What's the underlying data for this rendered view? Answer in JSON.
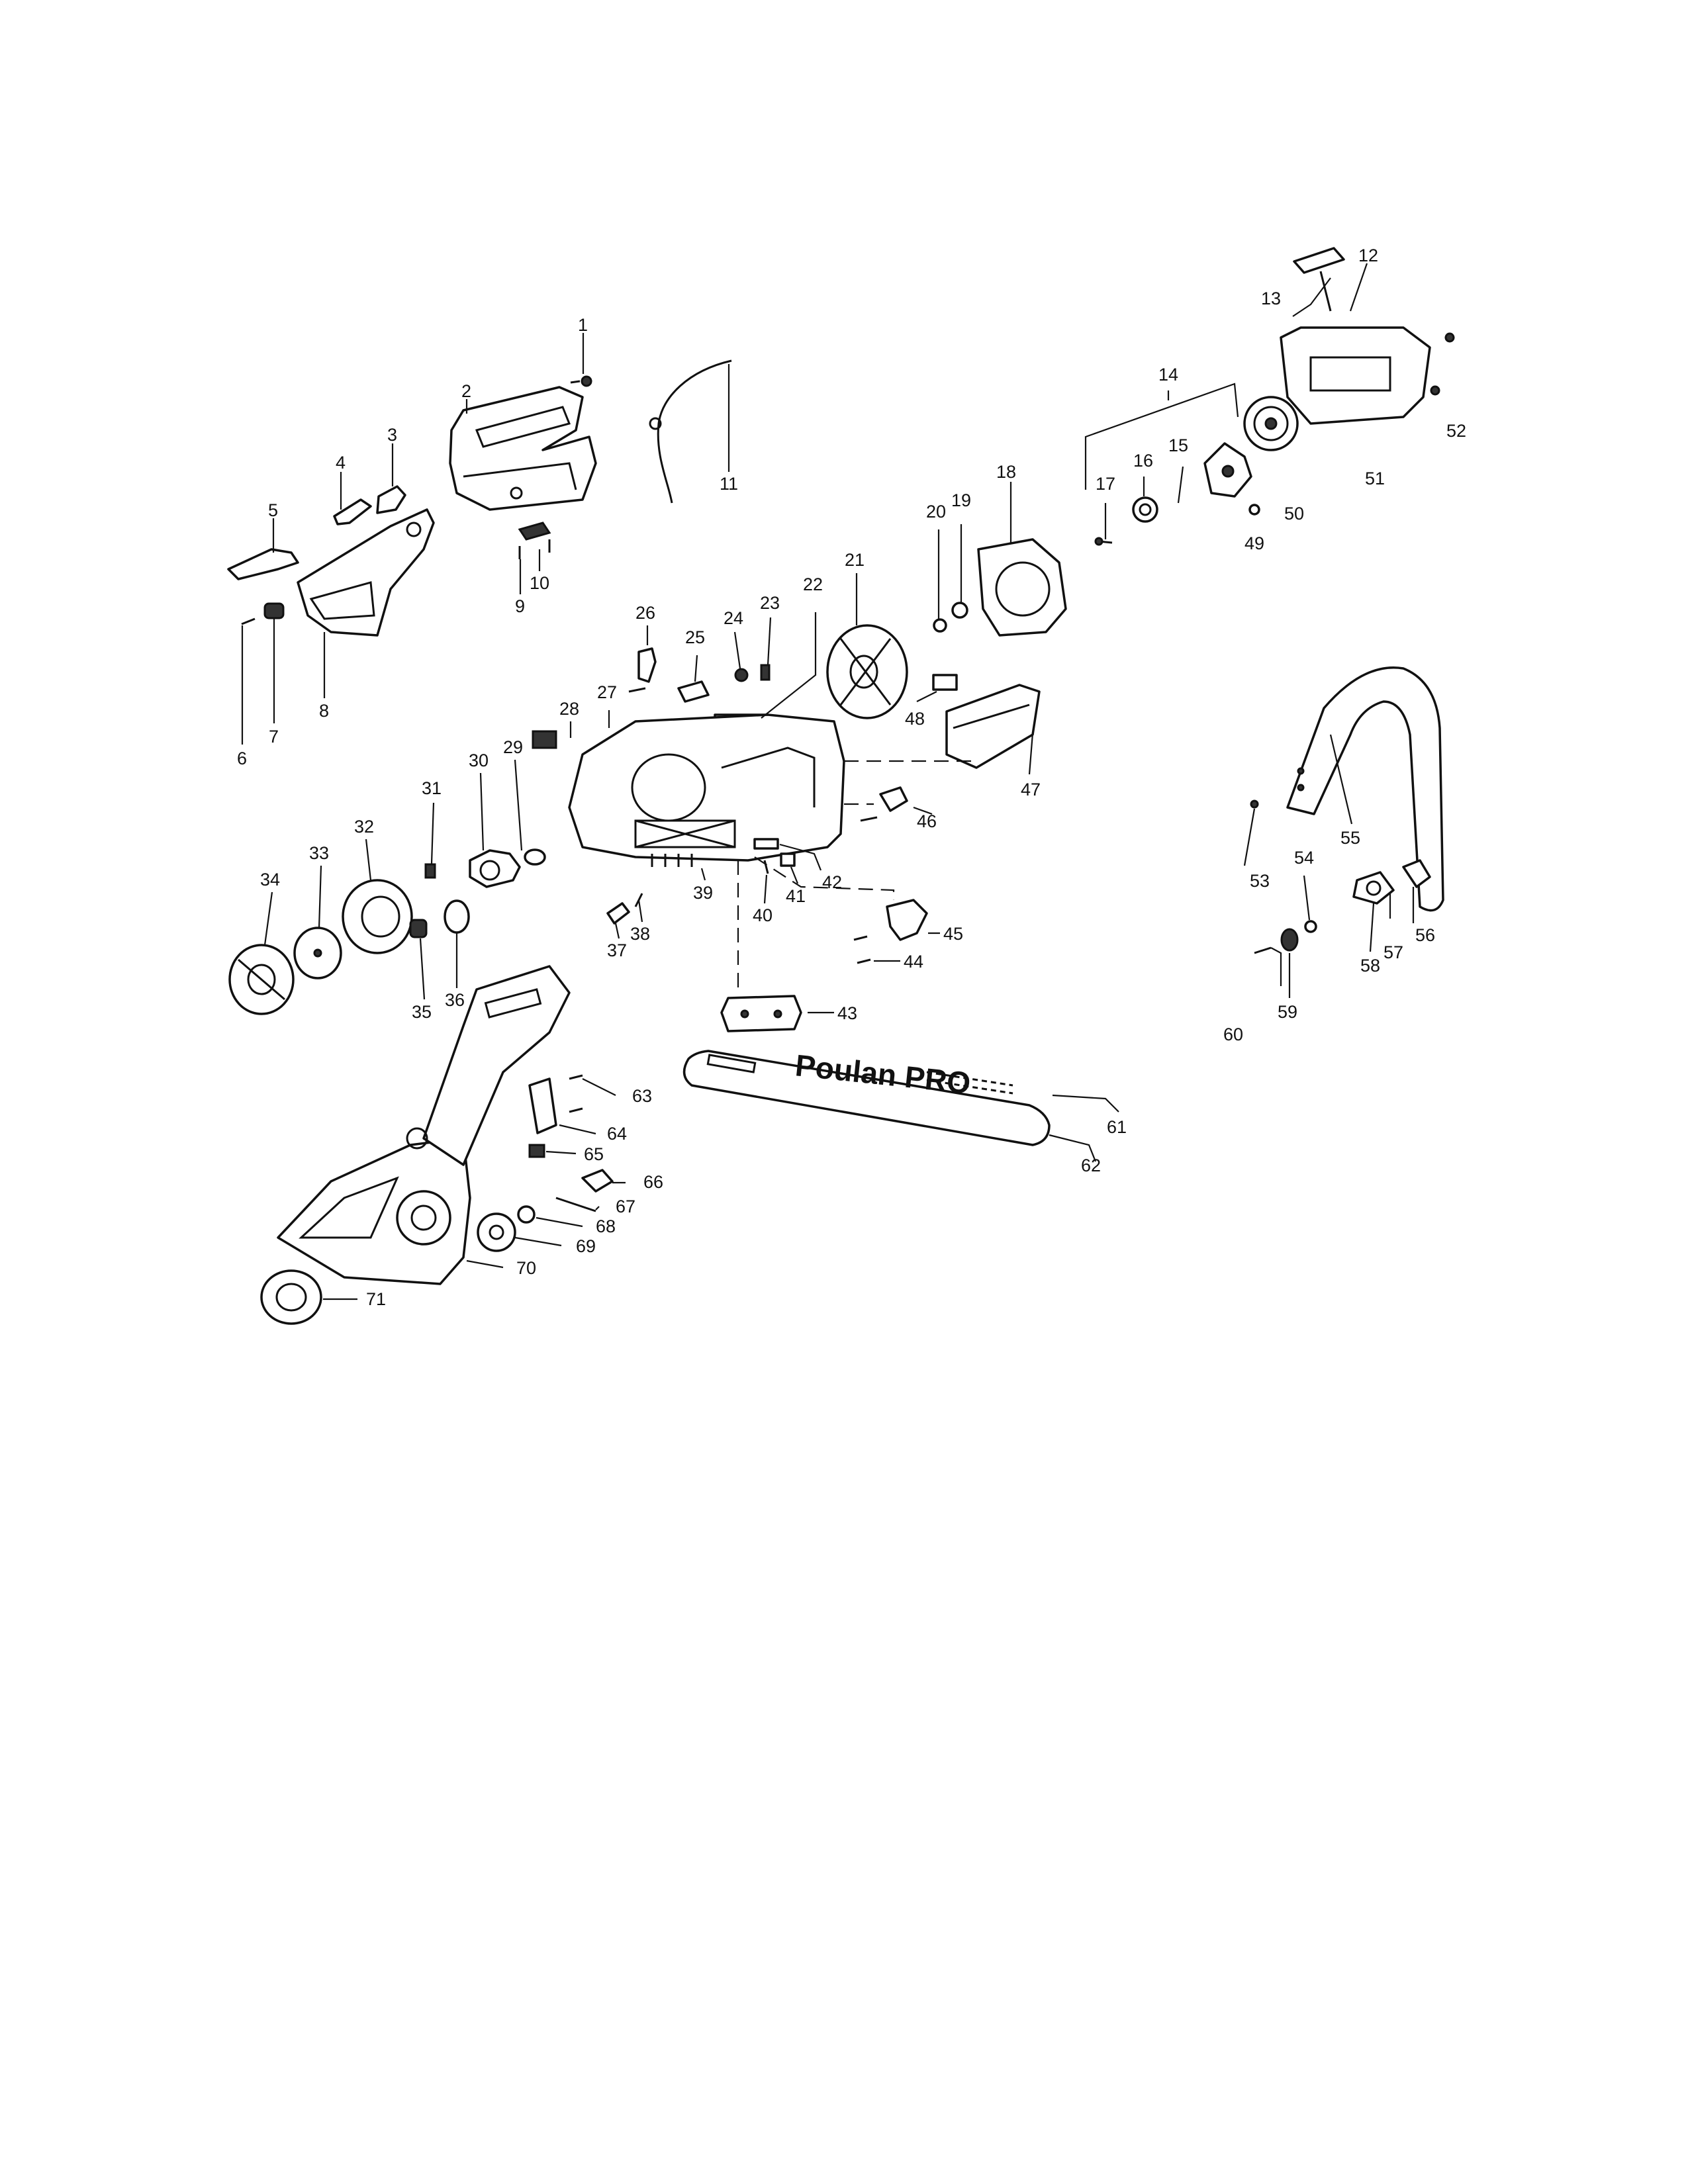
{
  "diagram": {
    "brand_text": "Poulan PRO",
    "callouts": [
      "1",
      "2",
      "3",
      "4",
      "5",
      "6",
      "7",
      "8",
      "9",
      "10",
      "11",
      "12",
      "13",
      "14",
      "15",
      "16",
      "17",
      "18",
      "19",
      "20",
      "21",
      "22",
      "23",
      "24",
      "25",
      "26",
      "27",
      "28",
      "29",
      "30",
      "31",
      "32",
      "33",
      "34",
      "35",
      "36",
      "37",
      "38",
      "39",
      "40",
      "41",
      "42",
      "43",
      "44",
      "45",
      "46",
      "47",
      "48",
      "49",
      "50",
      "51",
      "52",
      "53",
      "54",
      "55",
      "56",
      "57",
      "58",
      "59",
      "60",
      "61",
      "62",
      "63",
      "64",
      "65",
      "66",
      "67",
      "68",
      "69",
      "70",
      "71"
    ]
  }
}
